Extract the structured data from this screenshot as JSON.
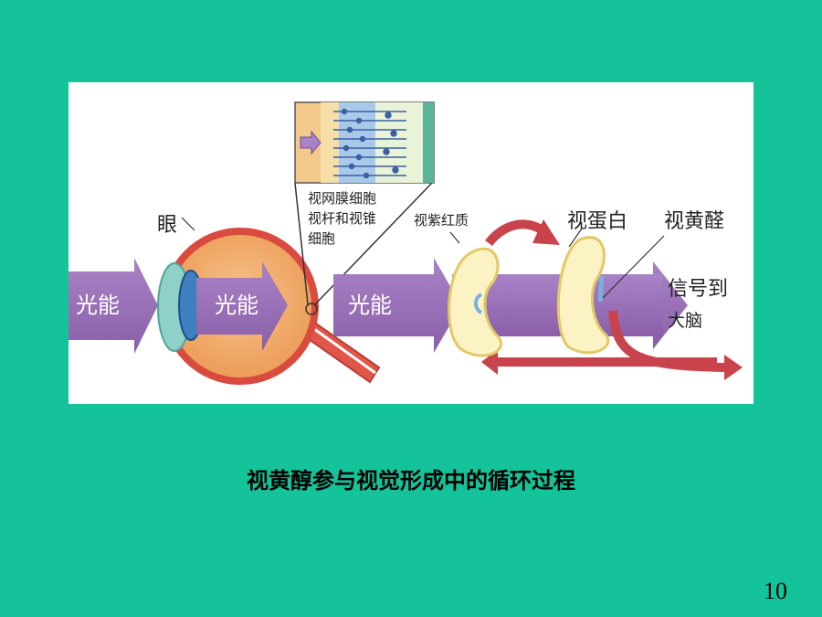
{
  "figure": {
    "labels": {
      "light_energy_1": "光能",
      "light_energy_2": "光能",
      "light_energy_3": "光能",
      "eye": "眼",
      "retina_cells_line1": "视网膜细胞",
      "retina_cells_line2": "视杆和视锥",
      "retina_cells_line3": "细胞",
      "rhodopsin": "视紫红质",
      "opsin": "视蛋白",
      "retinal": "视黄醛",
      "signal_line1": "信号到",
      "signal_line2": "大脑"
    }
  },
  "caption": "视黄醇参与视觉形成中的循环过程",
  "page_number": "10",
  "colors": {
    "background": "#14c39a",
    "arrow": "#9b6fb7",
    "eye_orange": "#f0a565",
    "eye_red": "#d94a3f",
    "cycle_red": "#c8434b",
    "protein_cream": "#fbf3c4"
  }
}
